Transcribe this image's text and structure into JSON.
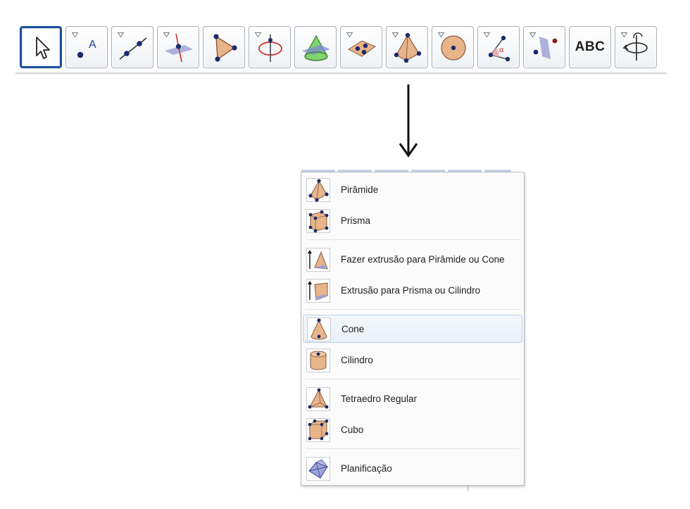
{
  "toolbar": {
    "tools": [
      {
        "name": "move-tool",
        "icon": "cursor-arrow-icon",
        "selected": true
      },
      {
        "name": "point-tool",
        "icon": "point-a-icon",
        "label": "A"
      },
      {
        "name": "line-tool",
        "icon": "line-through-points-icon"
      },
      {
        "name": "perpendicular-line-tool",
        "icon": "perpendicular-line-icon"
      },
      {
        "name": "polygon-tool",
        "icon": "triangle-polygon-icon"
      },
      {
        "name": "circle-axis-tool",
        "icon": "circle-around-axis-icon"
      },
      {
        "name": "intersect-surfaces-tool",
        "icon": "cone-intersect-icon"
      },
      {
        "name": "plane-through-points-tool",
        "icon": "plane-points-icon"
      },
      {
        "name": "pyramid-tool",
        "icon": "pyramid-icon"
      },
      {
        "name": "sphere-tool",
        "icon": "sphere-icon"
      },
      {
        "name": "angle-tool",
        "icon": "angle-alpha-icon",
        "label": "α"
      },
      {
        "name": "reflect-tool",
        "icon": "reflect-about-plane-icon"
      },
      {
        "name": "text-tool",
        "icon": "text-abc-icon",
        "label": "ABC"
      },
      {
        "name": "rotate-view-tool",
        "icon": "rotate-view-icon"
      }
    ]
  },
  "menu": {
    "items": [
      {
        "label": "Pirâmide",
        "icon": "pyramid-icon"
      },
      {
        "label": "Prisma",
        "icon": "prism-icon"
      },
      {
        "label": "Fazer extrusão para Pirâmide ou Cone",
        "icon": "extrude-pyramid-icon"
      },
      {
        "label": "Extrusão para Prisma ou Cilindro",
        "icon": "extrude-prism-icon"
      },
      {
        "label": "Cone",
        "icon": "cone-icon",
        "highlighted": true
      },
      {
        "label": "Cilindro",
        "icon": "cylinder-icon"
      },
      {
        "label": "Tetraedro Regular",
        "icon": "tetrahedron-icon"
      },
      {
        "label": "Cubo",
        "icon": "cube-icon"
      },
      {
        "label": "Planificação",
        "icon": "net-unfold-icon"
      }
    ]
  },
  "colors": {
    "selected_border": "#1b4f9c",
    "point_blue": "#1a2b6b",
    "solid_fill": "#e8b48a",
    "solid_stroke": "#8a5a3c",
    "plane_fill": "#9fa3d6",
    "menu_hover": "#e9f0f9"
  }
}
